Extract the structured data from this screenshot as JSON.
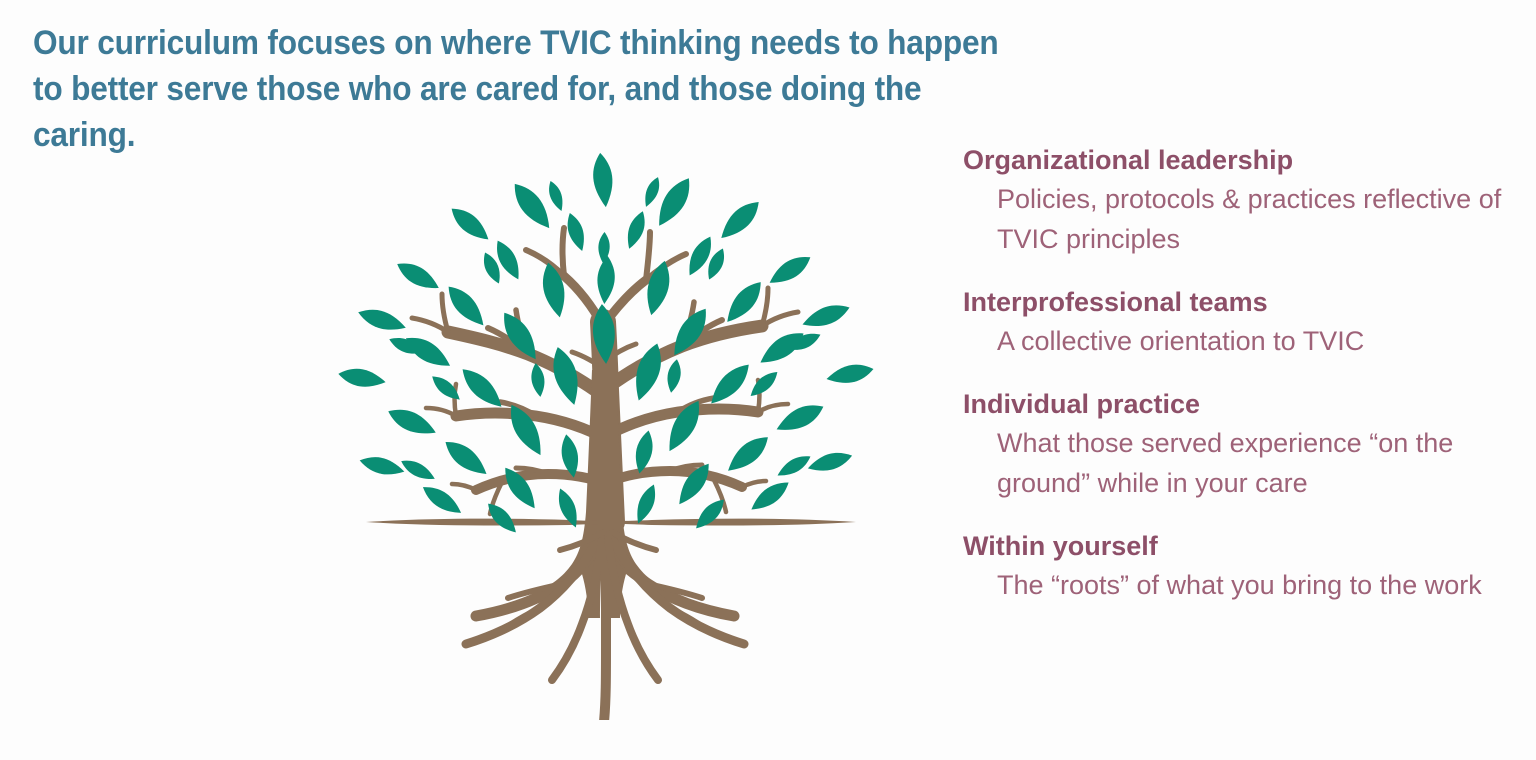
{
  "headline": "Our curriculum focuses on where TVIC thinking needs to happen to better serve those who are cared for, and those doing the caring.",
  "colors": {
    "headline_blue": "#3d7a96",
    "title_plum": "#8d4f68",
    "body_mauve": "#9e6278",
    "leaf_teal": "#0a8e74",
    "wood_brown": "#8b7158",
    "background": "#fdfdfd"
  },
  "illustration": {
    "name": "tree-with-roots-illustration",
    "description": "Stylized tree with teal leaf canopy, brown trunk and branches, a horizontal ground line, and an exposed root system below ground"
  },
  "concepts": [
    {
      "title": "Organizational leadership",
      "description": "Policies, protocols & practices reflective of TVIC principles"
    },
    {
      "title": "Interprofessional teams",
      "description": "A collective orientation to TVIC"
    },
    {
      "title": "Individual practice",
      "description": "What those served experience “on the ground” while in your care"
    },
    {
      "title": "Within yourself",
      "description": "The “roots” of what you bring to the work"
    }
  ]
}
